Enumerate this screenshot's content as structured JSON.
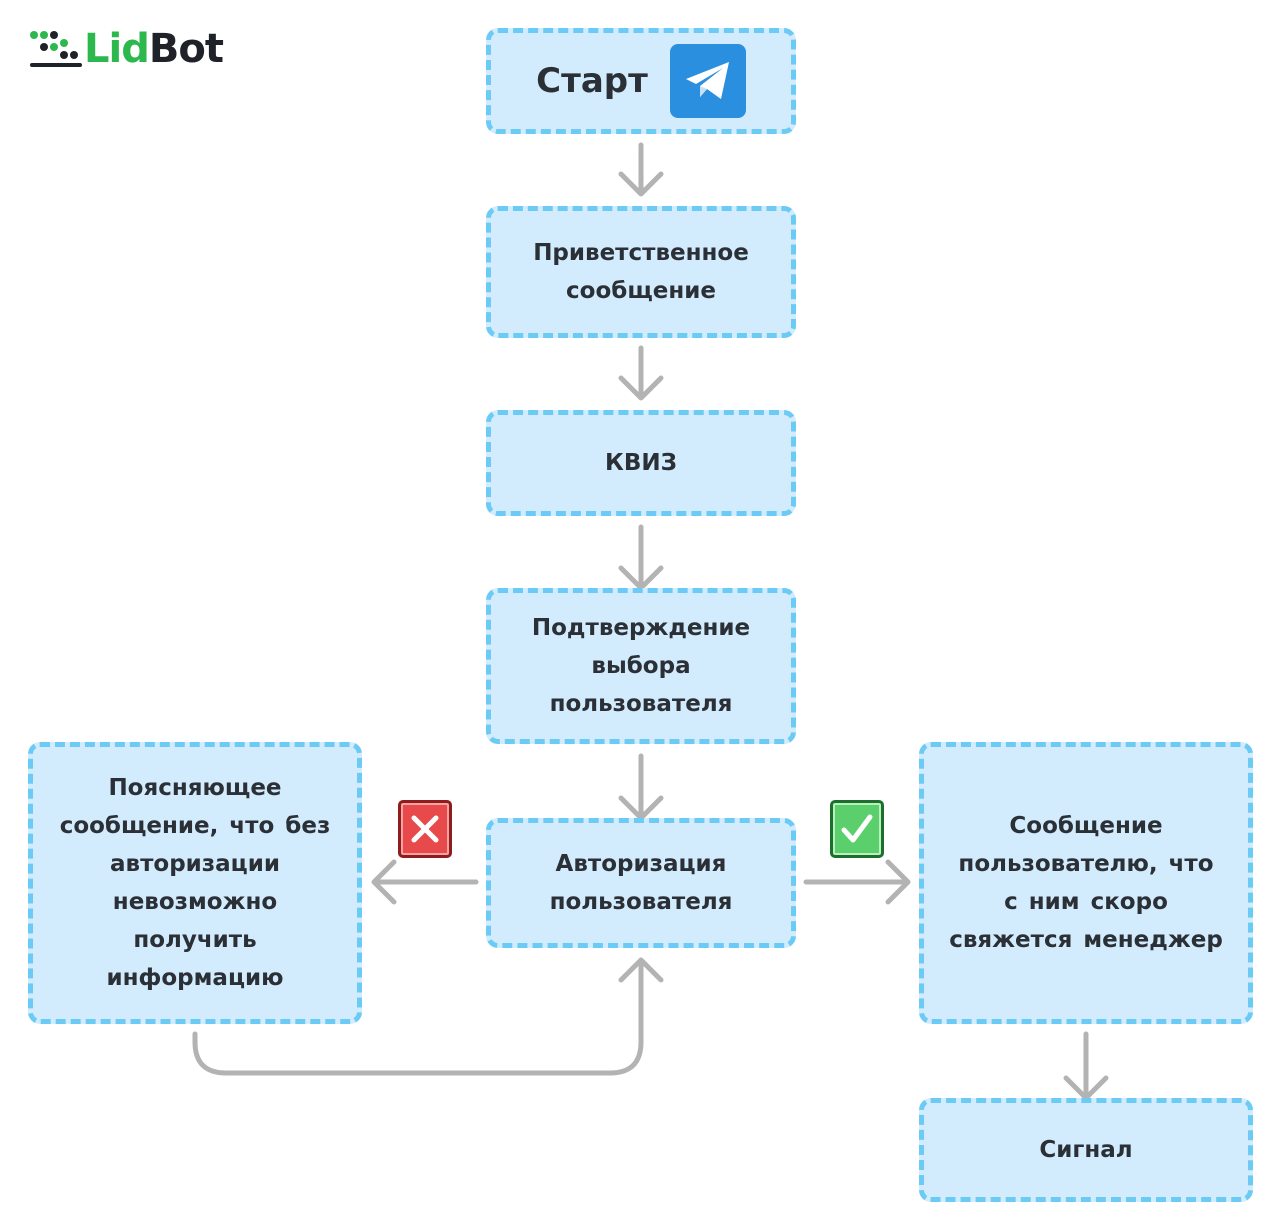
{
  "logo": {
    "lid": "Lid",
    "bot": "Bot"
  },
  "nodes": {
    "start": "Старт",
    "welcome": "Приветственное\nсообщение",
    "quiz": "КВИЗ",
    "confirm": "Подтверждение\nвыбора\nпользователя",
    "auth": "Авторизация\nпользователя",
    "explain": "Поясняющее\nсообщение, что без\nавторизации\nневозможно\nполучить\nинформацию",
    "manager": "Сообщение\nпользователю, что\nс ним скоро\nсвяжется менеджер",
    "signal": "Сигнал"
  },
  "icons": {
    "start": "telegram-icon",
    "fail": "cross-mark-icon",
    "success": "check-mark-icon"
  },
  "colors": {
    "node_fill": "#d3ecfd",
    "node_border": "#6ccbf5",
    "arrow": "#b3b3b3",
    "telegram": "#2b8fe0",
    "brand_green": "#2db84d"
  }
}
